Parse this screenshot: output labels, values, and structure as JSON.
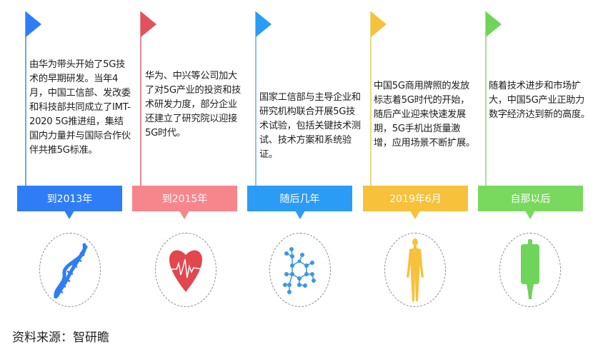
{
  "timeline": {
    "milestones": [
      {
        "period": "到2013年",
        "color": "#2f7df6",
        "banner_color": "#2f7df6",
        "icon": "dna-icon",
        "description": "由华为带头开始了5G技术的早期研发。当年4月，中国工信部、发改委和科技部共同成立了IMT-2020 5G推进组，集结国内力量并与国际合作伙伴共推5G标准。"
      },
      {
        "period": "到2015年",
        "color": "#e2525a",
        "banner_color": "#f7868c",
        "icon": "heart-pulse-icon",
        "description": "华为、中兴等公司加大了对5G产业的投资和技术研发力度，部分企业还建立了研究院以迎接5G时代。"
      },
      {
        "period": "随后几年",
        "color": "#2a9cf5",
        "banner_color": "#2a9cf5",
        "icon": "molecule-icon",
        "description": "国家工信部与主导企业和研究机构联合开展5G技术试验，包括关键技术测试、技术方案和系统验证。"
      },
      {
        "period": "2019年6月",
        "color": "#f7c13b",
        "banner_color": "#f7c13b",
        "icon": "human-body-icon",
        "description": "中国5G商用牌照的发放标志着5G时代的开始，随后产业迎来快速发展期，5G手机出货量激增，应用场景不断扩展。"
      },
      {
        "period": "自那以后",
        "color": "#6fd45a",
        "banner_color": "#79d95e",
        "icon": "battery-bag-icon",
        "description": "随着技术进步和市场扩大，中国5G产业正助力数字经济达到新的高度。"
      }
    ]
  },
  "footer": {
    "source": "资料来源：智研瞻"
  }
}
